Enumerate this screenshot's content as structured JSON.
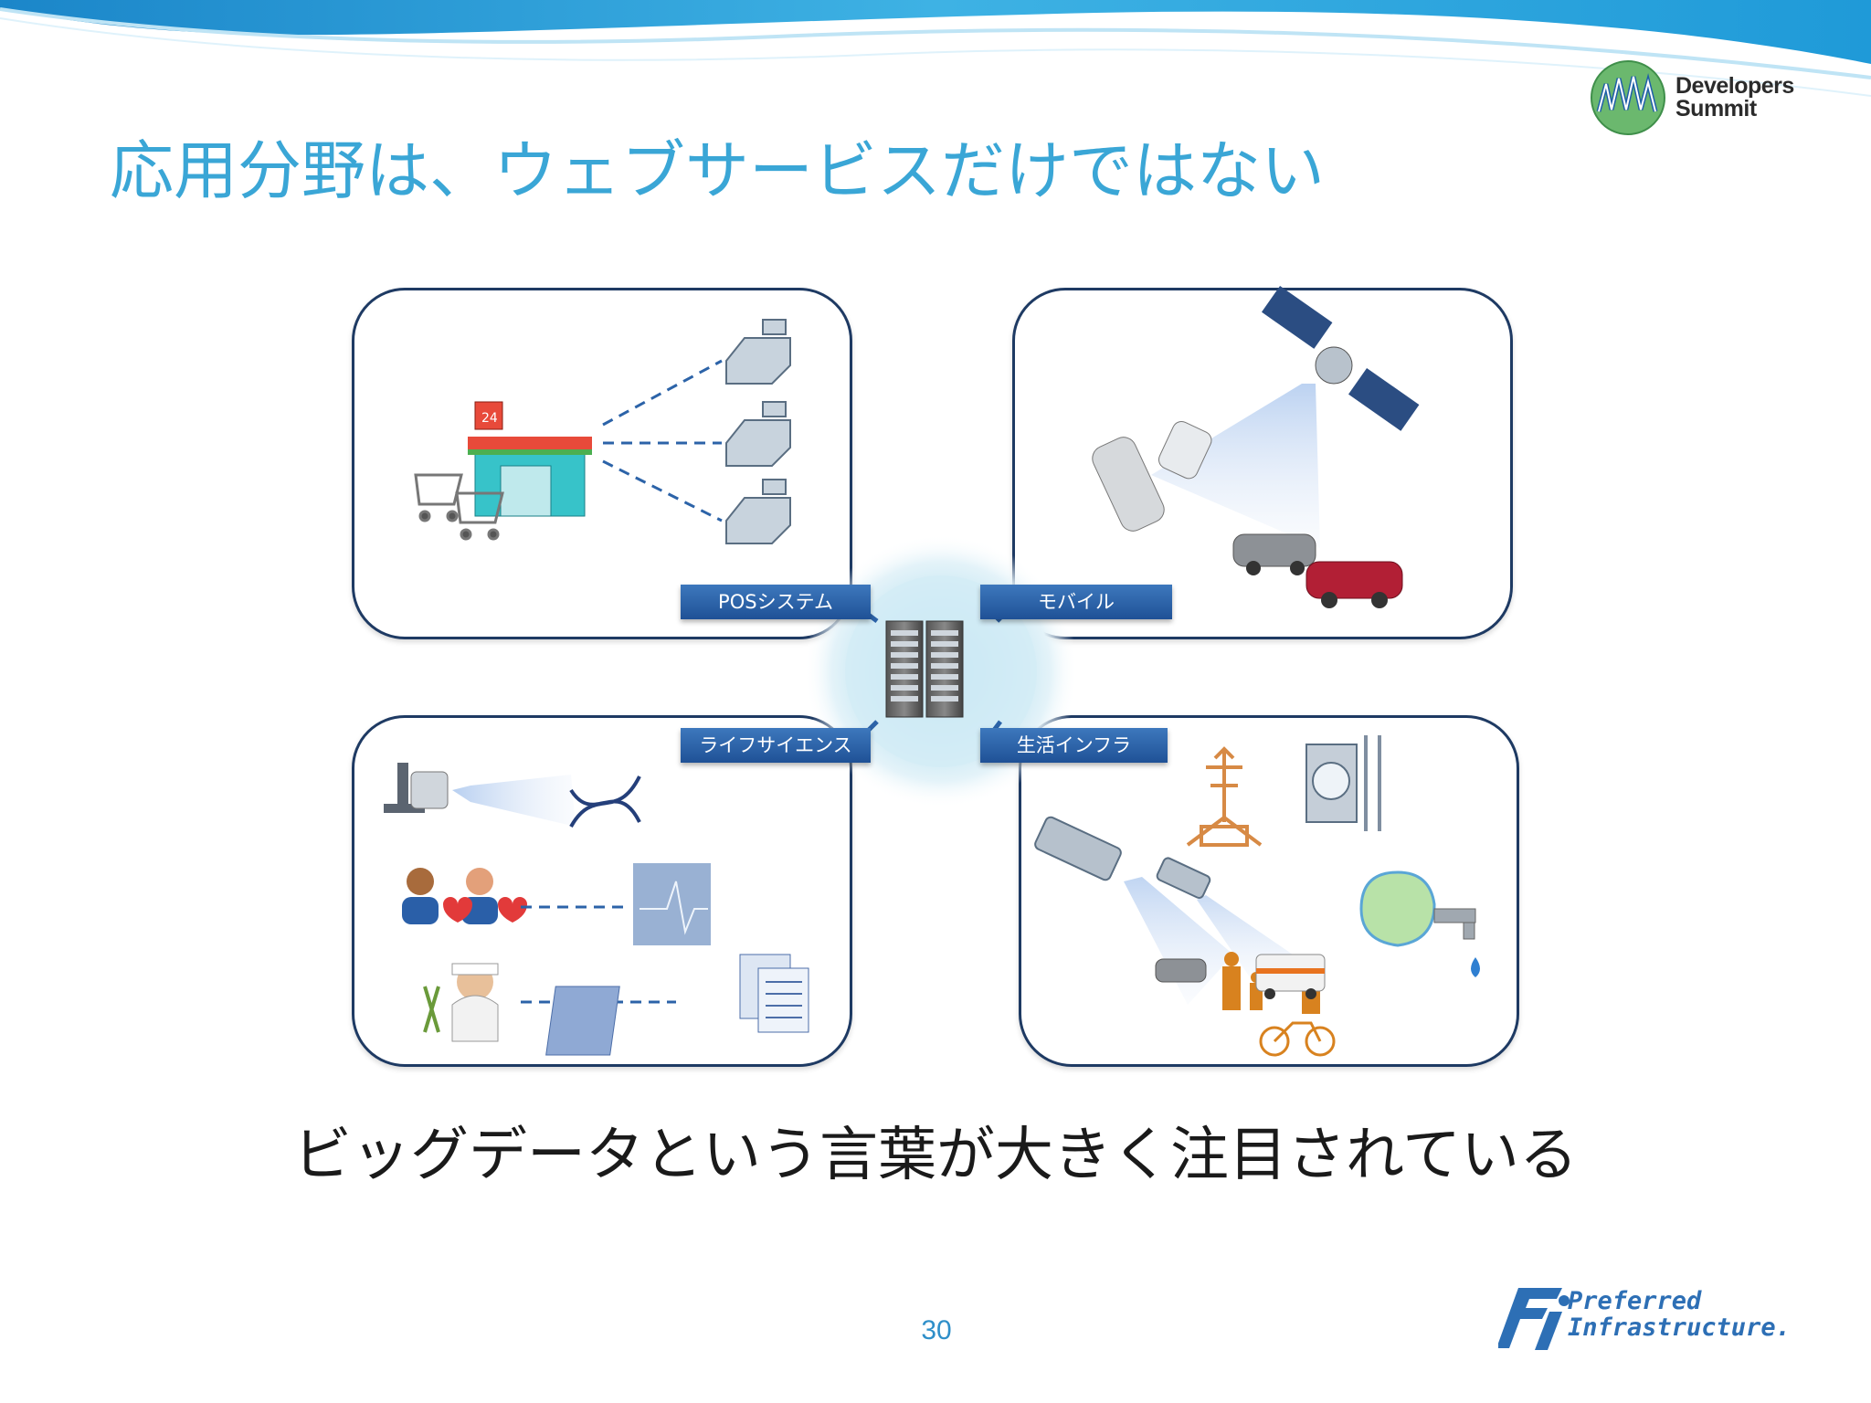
{
  "slide": {
    "title": "応用分野は、ウェブサービスだけではない",
    "subtitle": "ビッグデータという言葉が大きく注目されている",
    "page_number": "30"
  },
  "labels": {
    "pos": "POSシステム",
    "mobile": "モバイル",
    "life_science": "ライフサイエンス",
    "infra": "生活インフラ"
  },
  "logos": {
    "event": {
      "line1": "Developers",
      "line2": "Summit"
    },
    "company": {
      "line1": "Preferred",
      "line2": "Infrastructure."
    }
  },
  "colors": {
    "title": "#3aa6d6",
    "frame": "#1e3a63",
    "label_fill": "#2c63a8",
    "header_wave": "#1f9ad8",
    "company_logo": "#2d6fb5"
  }
}
